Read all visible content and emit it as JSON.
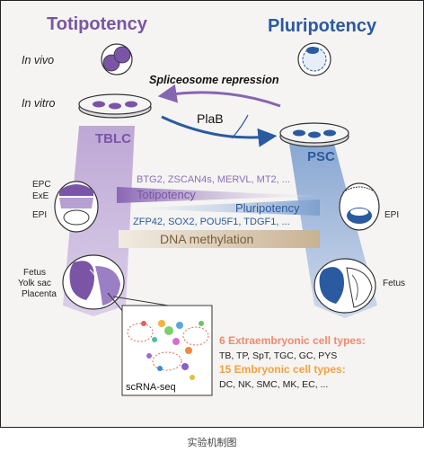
{
  "titles": {
    "totipotency": "Totipotency",
    "pluripotency": "Pluripotency"
  },
  "conditions": {
    "in_vivo": "In vivo",
    "in_vitro": "In vitro"
  },
  "arrows": {
    "spliceosome": "Spliceosome repression",
    "plab": "PlaB"
  },
  "cells": {
    "tblc": "TBLC",
    "psc": "PSC"
  },
  "gene_lists": {
    "totipotency_genes": "BTG2, ZSCAN4s, MERVL, MT2, ...",
    "pluripotency_genes": "ZFP42, SOX2, POU5F1, TDGF1, ..."
  },
  "gradient_bars": {
    "totipotency": "Totipotency",
    "pluripotency": "Pluripotency",
    "dna_methylation": "DNA methylation"
  },
  "embryo_labels": {
    "epc": "EPC",
    "exe": "ExE",
    "epi_left": "EPI",
    "epi_right": "EPI",
    "fetus_left": "Fetus",
    "yolk_sac": "Yolk sac",
    "placenta": "Placenta",
    "fetus_right": "Fetus"
  },
  "cell_types": {
    "extraembryonic_title": "6 Extraembryonic cell types:",
    "extraembryonic_list": "TB, TP, SpT, TGC, GC, PYS",
    "embryonic_title": "15 Embryonic cell types:",
    "embryonic_list": "DC, NK, SMC, MK, EC, ..."
  },
  "scrna": {
    "label": "scRNA-seq"
  },
  "caption": "实验机制图",
  "colors": {
    "purple": "#7a55a5",
    "blue": "#2a5aa0",
    "salmon": "#ef8a6e",
    "orange": "#f3a23c"
  }
}
